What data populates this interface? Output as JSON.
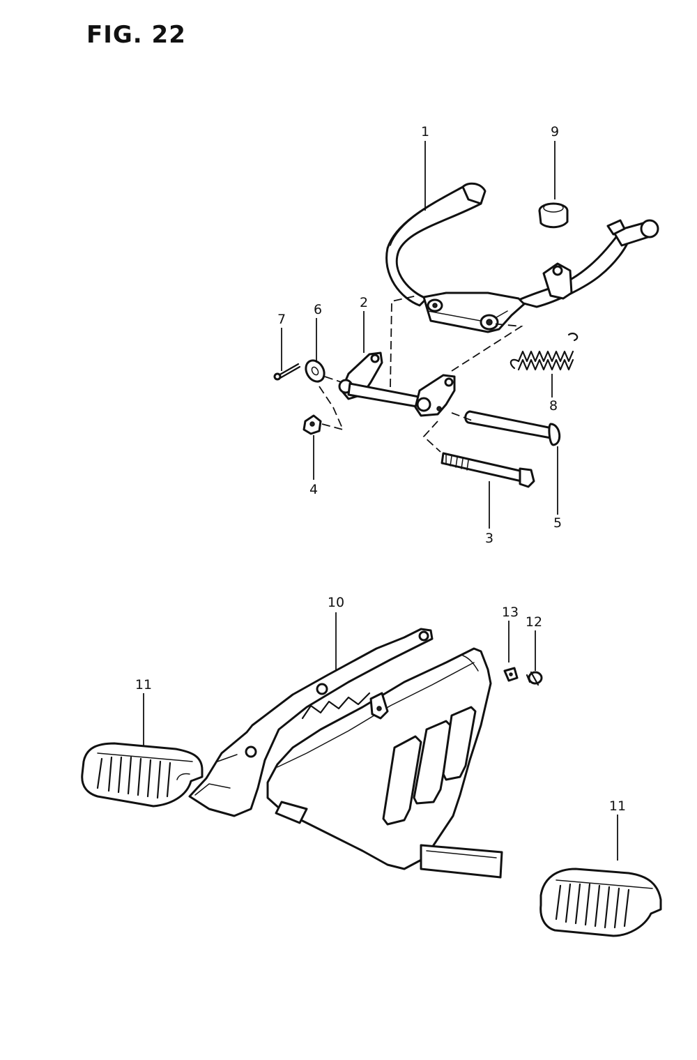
{
  "figure": {
    "title": "FIG. 22"
  },
  "callouts": {
    "c1": "1",
    "c2": "2",
    "c3": "3",
    "c4": "4",
    "c5": "5",
    "c6": "6",
    "c7": "7",
    "c8": "8",
    "c9": "9",
    "c10": "10",
    "c11a": "11",
    "c11b": "11",
    "c12": "12",
    "c13": "13"
  }
}
